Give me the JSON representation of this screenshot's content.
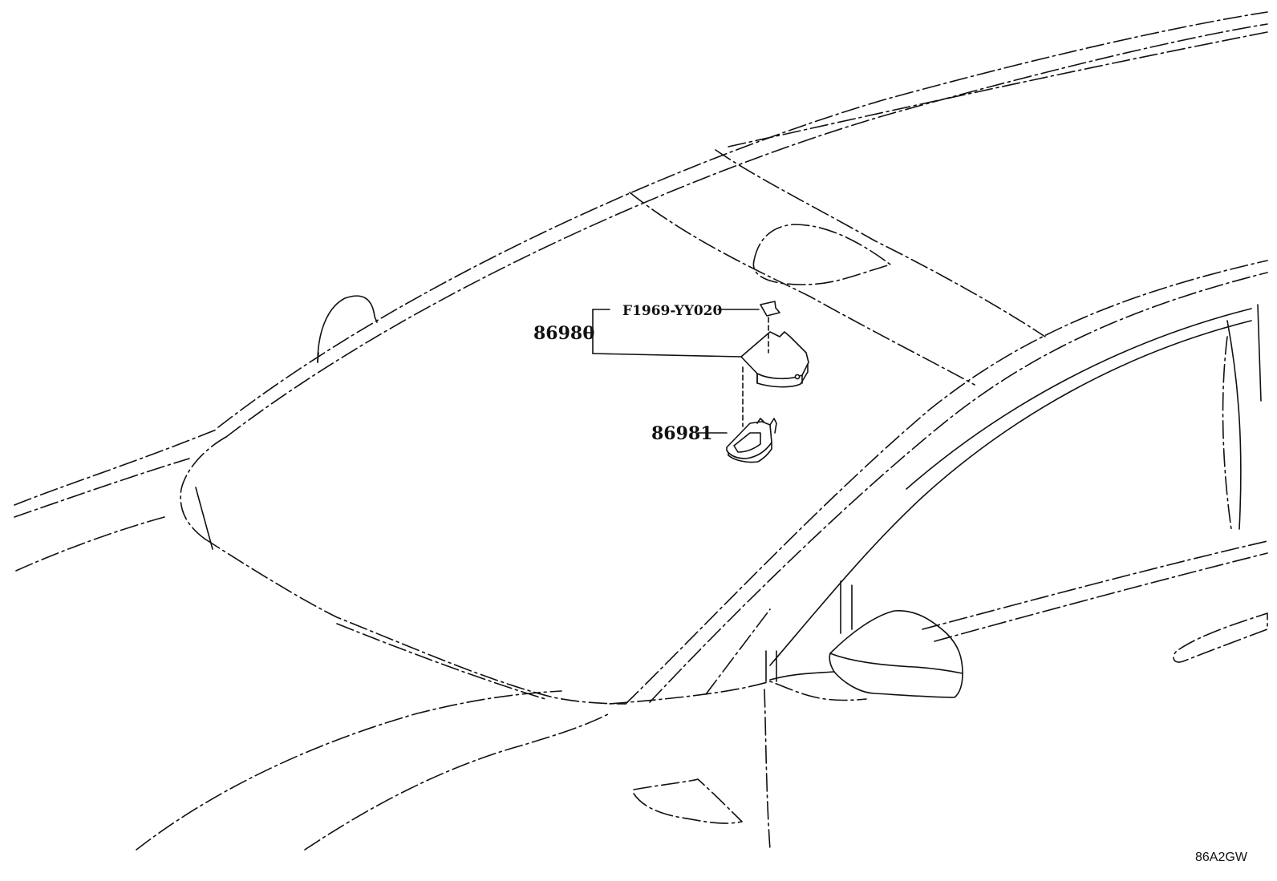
{
  "diagram": {
    "callouts": {
      "assembly": "86980",
      "label_sticker": "F1969-YY020",
      "bracket": "86981"
    },
    "figure_code": "86A2GW"
  },
  "colors": {
    "line": "#111111",
    "background": "#ffffff"
  }
}
